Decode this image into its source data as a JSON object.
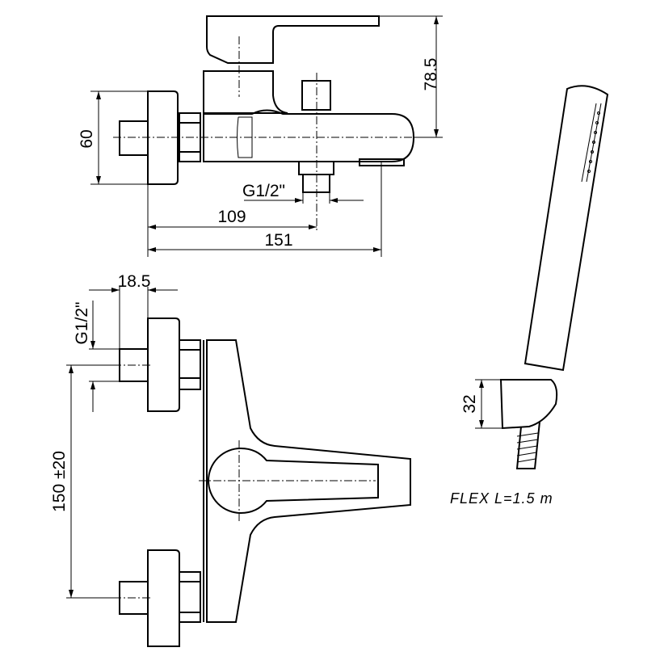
{
  "drawing": {
    "side_view": {
      "dim_height": "78.5",
      "dim_rosette": "60",
      "dim_outlet_thread": "G1/2\"",
      "dim_outlet_distance": "109",
      "dim_overall_depth": "151"
    },
    "front_view": {
      "dim_stub_length": "18.5",
      "dim_inlet_thread": "G1/2\"",
      "dim_centres": "150 ±20"
    },
    "hand_shower": {
      "dim_holder": "32",
      "hose_label": "FLEX L=1.5 m"
    }
  }
}
